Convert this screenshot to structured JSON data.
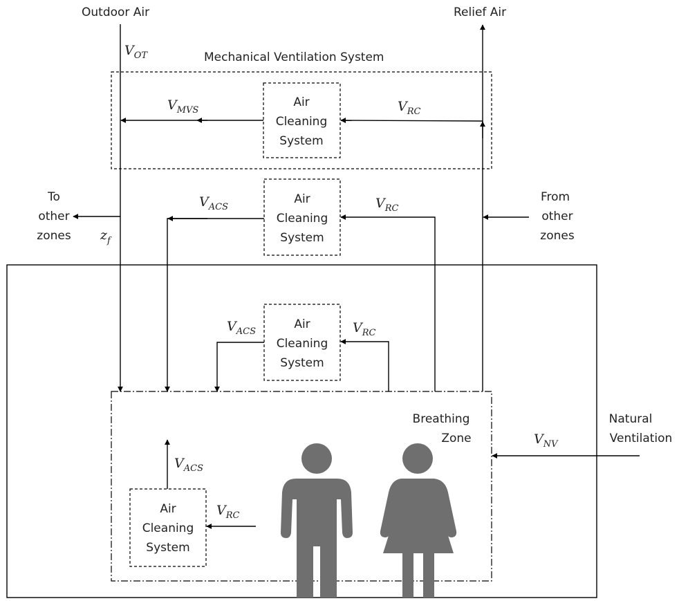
{
  "labels": {
    "outdoor_air": "Outdoor Air",
    "relief_air": "Relief Air",
    "mvs_title": "Mechanical Ventilation System",
    "to_other_zones": [
      "To",
      "other",
      "zones"
    ],
    "from_other_zones": [
      "From",
      "other",
      "zones"
    ],
    "breathing_zone": [
      "Breathing",
      "Zone"
    ],
    "natural_ventilation": [
      "Natural",
      "Ventilation"
    ]
  },
  "acs_box": [
    "Air",
    "Cleaning",
    "System"
  ],
  "symbols": {
    "v": "V",
    "z": "z",
    "ot_sub": "OT",
    "mvs_sub": "MVS",
    "rc_sub": "RC",
    "acs_sub": "ACS",
    "nv_sub": "NV",
    "f_sub": "f"
  }
}
